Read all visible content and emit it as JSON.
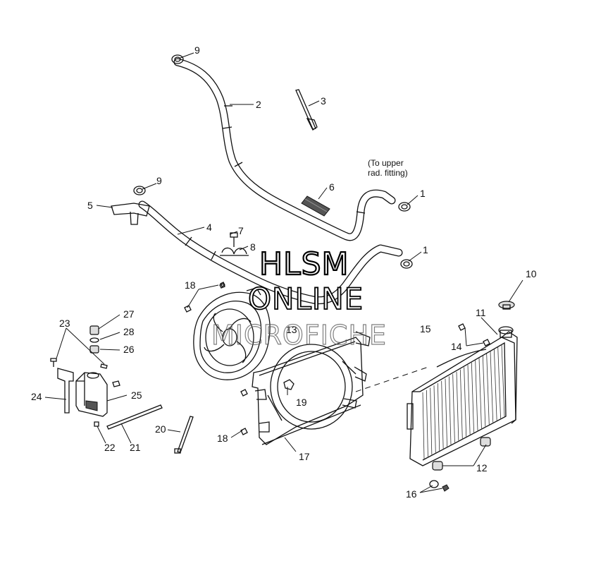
{
  "watermark": {
    "line1": "HLSM",
    "line2": "ONLINE",
    "line3": "MICROFICHE"
  },
  "note": {
    "line1": "(To upper",
    "line2": "rad. fitting)"
  },
  "callouts": {
    "p1a": "1",
    "p1b": "1",
    "p2": "2",
    "p3": "3",
    "p4": "4",
    "p5": "5",
    "p6": "6",
    "p7": "7",
    "p8": "8",
    "p9a": "9",
    "p9b": "9",
    "p10": "10",
    "p11": "11",
    "p12": "12",
    "p13": "13",
    "p14": "14",
    "p15": "15",
    "p16": "16",
    "p17": "17",
    "p18a": "18",
    "p18b": "18",
    "p19": "19",
    "p20": "20",
    "p21": "21",
    "p22": "22",
    "p23": "23",
    "p24": "24",
    "p25": "25",
    "p26": "26",
    "p27": "27",
    "p28": "28"
  }
}
